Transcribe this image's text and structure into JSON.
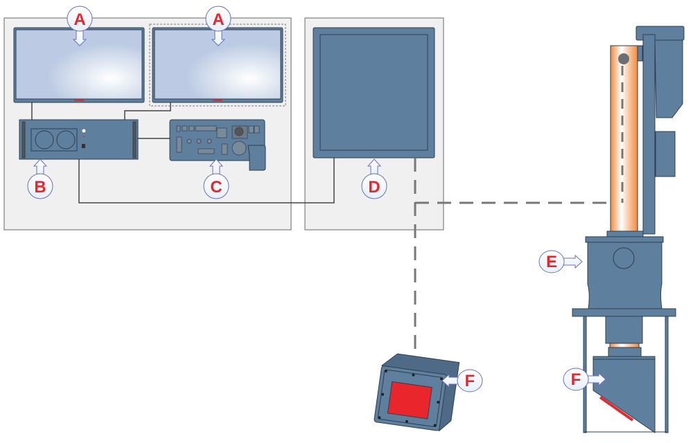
{
  "labels": {
    "monitor_left": "A",
    "monitor_right": "A",
    "processor_unit": "B",
    "control_panel": "C",
    "display_d": "D",
    "housing_e": "E",
    "sensor_f_left": "F",
    "sensor_f_right": "F"
  },
  "colors": {
    "equipment": "#5f7f9e",
    "panel_bg": "#f0f0f0",
    "label_text": "#e8262c",
    "tube": "#f0954a",
    "sensor_window": "#e8262c"
  }
}
